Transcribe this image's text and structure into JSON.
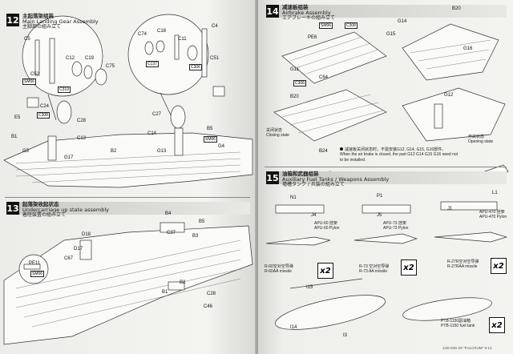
{
  "section12": {
    "number": "12",
    "title_cn": "主起落架组装",
    "title_en": "Main Landing Gear Assembly",
    "title_jp": "主脚部の組み立て",
    "parts": [
      "C5",
      "C52",
      "SM06",
      "C12",
      "C19",
      "C75",
      "C319",
      "C74",
      "C18",
      "C11",
      "C4",
      "C51",
      "C137",
      "C306",
      "C24",
      "C308",
      "E5",
      "C28",
      "C13",
      "B1",
      "G3",
      "G17",
      "B2",
      "C27",
      "C14",
      "B5",
      "G4",
      "G13",
      "SM06"
    ]
  },
  "section13": {
    "number": "13",
    "title_cn": "起落架收起状态",
    "title_en": "Undercarriage up state assembly",
    "title_jp": "着陸装置の組み立て",
    "parts": [
      "D18",
      "D17",
      "C67",
      "PE11",
      "SM06",
      "B4",
      "C37",
      "B5",
      "B3",
      "B2",
      "B1",
      "C28",
      "C46"
    ]
  },
  "section14": {
    "number": "14",
    "title_cn": "减速板组装",
    "title_en": "Airbrake Assembly",
    "title_jp": "エアブレーキの組み立て",
    "parts": [
      "SM06",
      "C308",
      "PE6",
      "G14",
      "B20",
      "G15",
      "G11",
      "C64",
      "C308",
      "G16",
      "B20",
      "G12",
      "B24"
    ],
    "closing_cn": "关闭状态",
    "closing_en": "Closing state",
    "opening_cn": "开启状态",
    "opening_en": "Opening state",
    "note_cn": "减速板关闭状态时，不需安装G12, G14, G15, G16部件。",
    "note_en": "When the air brake is closed, the part G12 G14 G15 G16 need not to be installed."
  },
  "section15": {
    "number": "15",
    "title_cn": "油箱和武器组装",
    "title_en": "Auxiliary Fuel Tanks / Weapons Assembly",
    "title_jp": "増槽タンク / 兵装の組み立て",
    "parts": [
      "N1",
      "P1",
      "L1",
      "J4",
      "J5",
      "J1"
    ],
    "pylons": [
      {
        "cn": "APU-60 挂架",
        "en": "APU-60 Pylon"
      },
      {
        "cn": "APU-73 挂架",
        "en": "APU-73 Pylon"
      },
      {
        "cn": "APU-470 挂架",
        "en": "APU-470 Pylon"
      }
    ],
    "missiles": [
      {
        "cn": "R-60空对空导弹",
        "en": "R-60AA missile"
      },
      {
        "cn": "R-73 空对空导弹",
        "en": "R-73 AA missile"
      },
      {
        "cn": "R-27R空对空导弹",
        "en": "R-27RAA missile"
      }
    ],
    "multiplier": "x2",
    "tank_parts": [
      "I15",
      "I14",
      "I3"
    ],
    "tank_cn": "PTB-1150副油箱",
    "tank_en": "PTB-1150 fuel tank"
  },
  "footer": "1/48 MiG-29 \"FULCRUM\" 9-13"
}
